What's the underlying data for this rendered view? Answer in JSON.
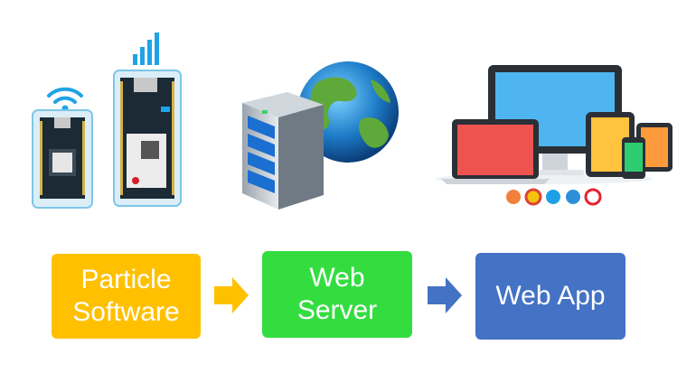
{
  "boxes": {
    "particle": "Particle\nSoftware",
    "server": "Web\nServer",
    "webapp": "Web App"
  },
  "colors": {
    "particle": "#ffc000",
    "server": "#33dd40",
    "webapp": "#4472c4",
    "arrow_orange": "#ffc000",
    "arrow_blue": "#4472c4"
  },
  "icons": {
    "wifi": "wifi-icon",
    "cellular": "cellular-signal-icon",
    "server": "server-icon",
    "globe": "globe-icon",
    "desktop": "desktop-monitor-icon",
    "laptop": "laptop-icon",
    "tablet": "tablet-icon",
    "phone": "phone-icon",
    "browsers": [
      "firefox-icon",
      "chrome-icon",
      "ie-icon",
      "safari-icon",
      "opera-icon"
    ]
  }
}
